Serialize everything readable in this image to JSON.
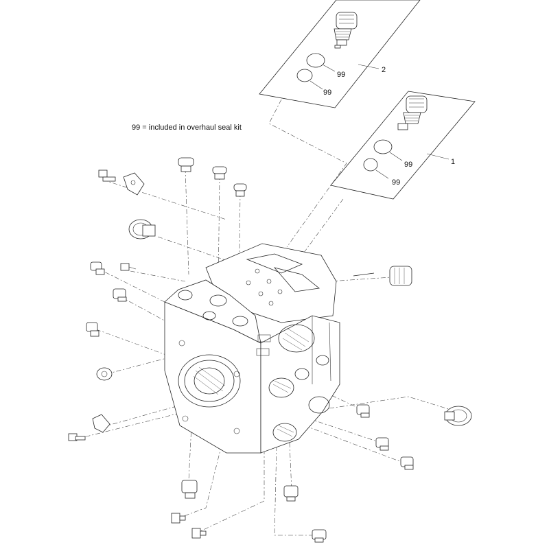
{
  "note": "99 = included in overhaul seal kit",
  "callouts": {
    "kit1_label": "1",
    "kit2_label": "2",
    "seal_a": "99",
    "seal_b": "99",
    "seal_c": "99",
    "seal_d": "99"
  }
}
